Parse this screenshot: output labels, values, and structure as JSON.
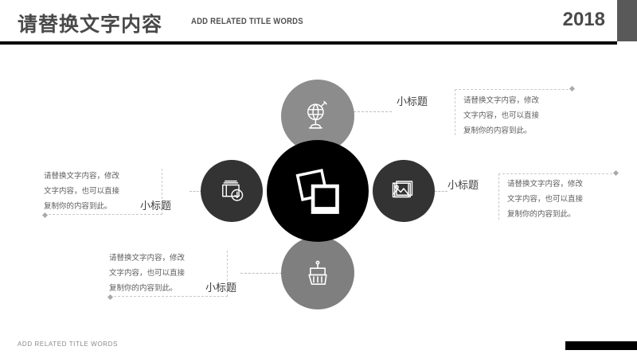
{
  "header": {
    "title_cn": "请替换文字内容",
    "title_en": "ADD RELATED TITLE WORDS",
    "year": "2018"
  },
  "footer": {
    "text": "ADD RELATED TITLE WORDS"
  },
  "diagram": {
    "center": {
      "icon": "photos-stack-icon"
    },
    "nodes": [
      {
        "position": "top",
        "icon": "globe-stand-icon",
        "label": "小标题",
        "body": "请替换文字内容，修改\n文字内容，也可以直接\n复制你的内容到此。"
      },
      {
        "position": "right",
        "icon": "gallery-images-icon",
        "label": "小标题",
        "body": "请替换文字内容，修改\n文字内容，也可以直接\n复制你的内容到此。"
      },
      {
        "position": "left",
        "icon": "book-download-icon",
        "label": "小标题",
        "body": "请替换文字内容，修改\n文字内容，也可以直接\n复制你的内容到此。"
      },
      {
        "position": "bottom",
        "icon": "paint-brush-icon",
        "label": "小标题",
        "body": "请替换文字内容，修改\n文字内容，也可以直接\n复制你的内容到此。"
      }
    ]
  },
  "colors": {
    "center_circle": "#000000",
    "top_circle": "#8c8c8c",
    "bottom_circle": "#7f7f7f",
    "side_circle": "#333333",
    "corner_bar": "#595959",
    "rule": "#000000",
    "title": "#4a4a4a",
    "body_text": "#5e5e5e"
  }
}
